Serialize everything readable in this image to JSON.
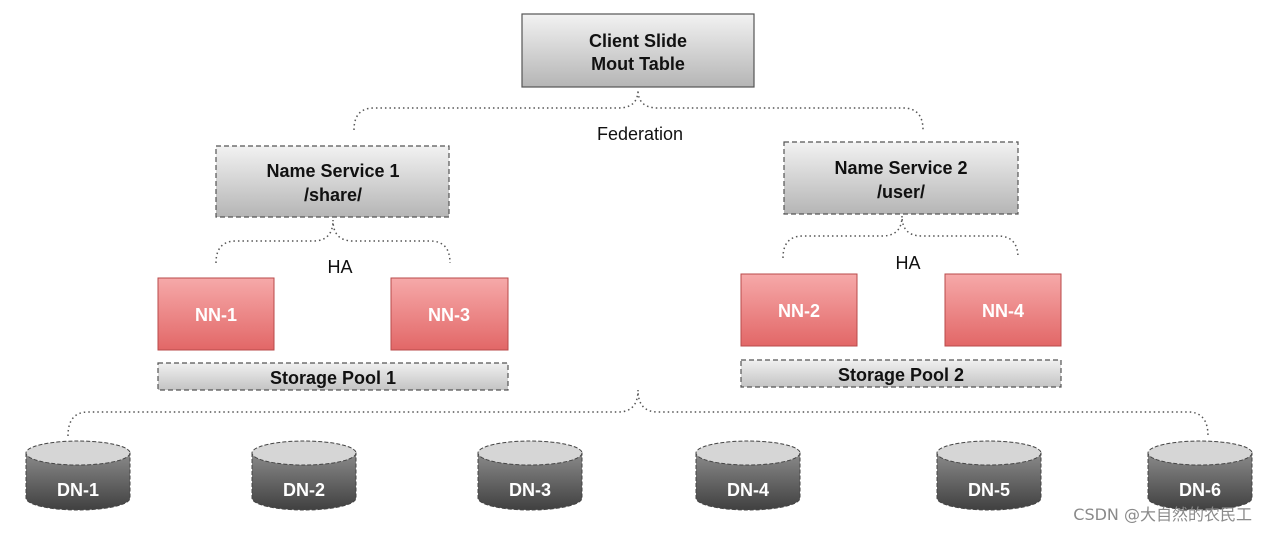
{
  "root": {
    "line1": "Client Slide",
    "line2": "Mout Table"
  },
  "federation_label": "Federation",
  "name_services": [
    {
      "title": "Name Service 1",
      "path": "/share/",
      "ha_label": "HA",
      "namenodes": [
        "NN-1",
        "NN-3"
      ],
      "pool": "Storage Pool 1"
    },
    {
      "title": "Name Service 2",
      "path": "/user/",
      "ha_label": "HA",
      "namenodes": [
        "NN-2",
        "NN-4"
      ],
      "pool": "Storage Pool 2"
    }
  ],
  "datanodes": [
    "DN-1",
    "DN-2",
    "DN-3",
    "DN-4",
    "DN-5",
    "DN-6"
  ],
  "watermark": "CSDN @大自然的农民工",
  "colors": {
    "gray_box_top": "#f2f2f2",
    "gray_box_bottom": "#b3b3b3",
    "red_box_top": "#f4a3a3",
    "red_box_bottom": "#e06464",
    "cylinder_top": "#d9d9d9",
    "cylinder_body_top": "#7a7a7a",
    "cylinder_body_bottom": "#3f3f3f"
  }
}
